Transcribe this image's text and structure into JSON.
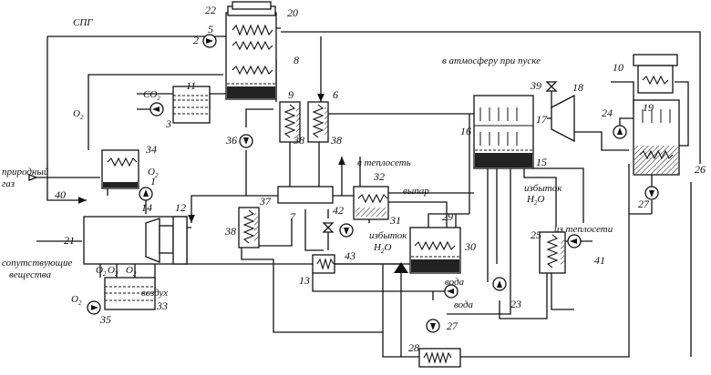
{
  "labels": {
    "spg": "СПГ",
    "atmosphere": "в атмосферу при пуске",
    "natural_gas_1": "природный",
    "natural_gas_2": "газ",
    "heat_net_to": "в теплосеть",
    "heat_net_from": "из теплосети",
    "vapor": "выпар",
    "excess": "избыток",
    "h2o": "H",
    "h2o_sub": "2",
    "h2o_tail": "O",
    "water": "вода",
    "air": "воздух",
    "accompany_1": "сопутствующие",
    "accompany_2": "вещества",
    "o2": "O",
    "o2_sub": "2",
    "co2": "CO",
    "co2_sub": "2"
  },
  "numbers": [
    "1",
    "2",
    "3",
    "5",
    "6",
    "7",
    "8",
    "9",
    "10",
    "11",
    "12",
    "13",
    "14",
    "15",
    "16",
    "17",
    "18",
    "19",
    "20",
    "21",
    "22",
    "23",
    "24",
    "25",
    "26",
    "27",
    "28",
    "29",
    "30",
    "31",
    "32",
    "33",
    "34",
    "35",
    "36",
    "37",
    "38",
    "39",
    "40",
    "41",
    "42",
    "43"
  ]
}
